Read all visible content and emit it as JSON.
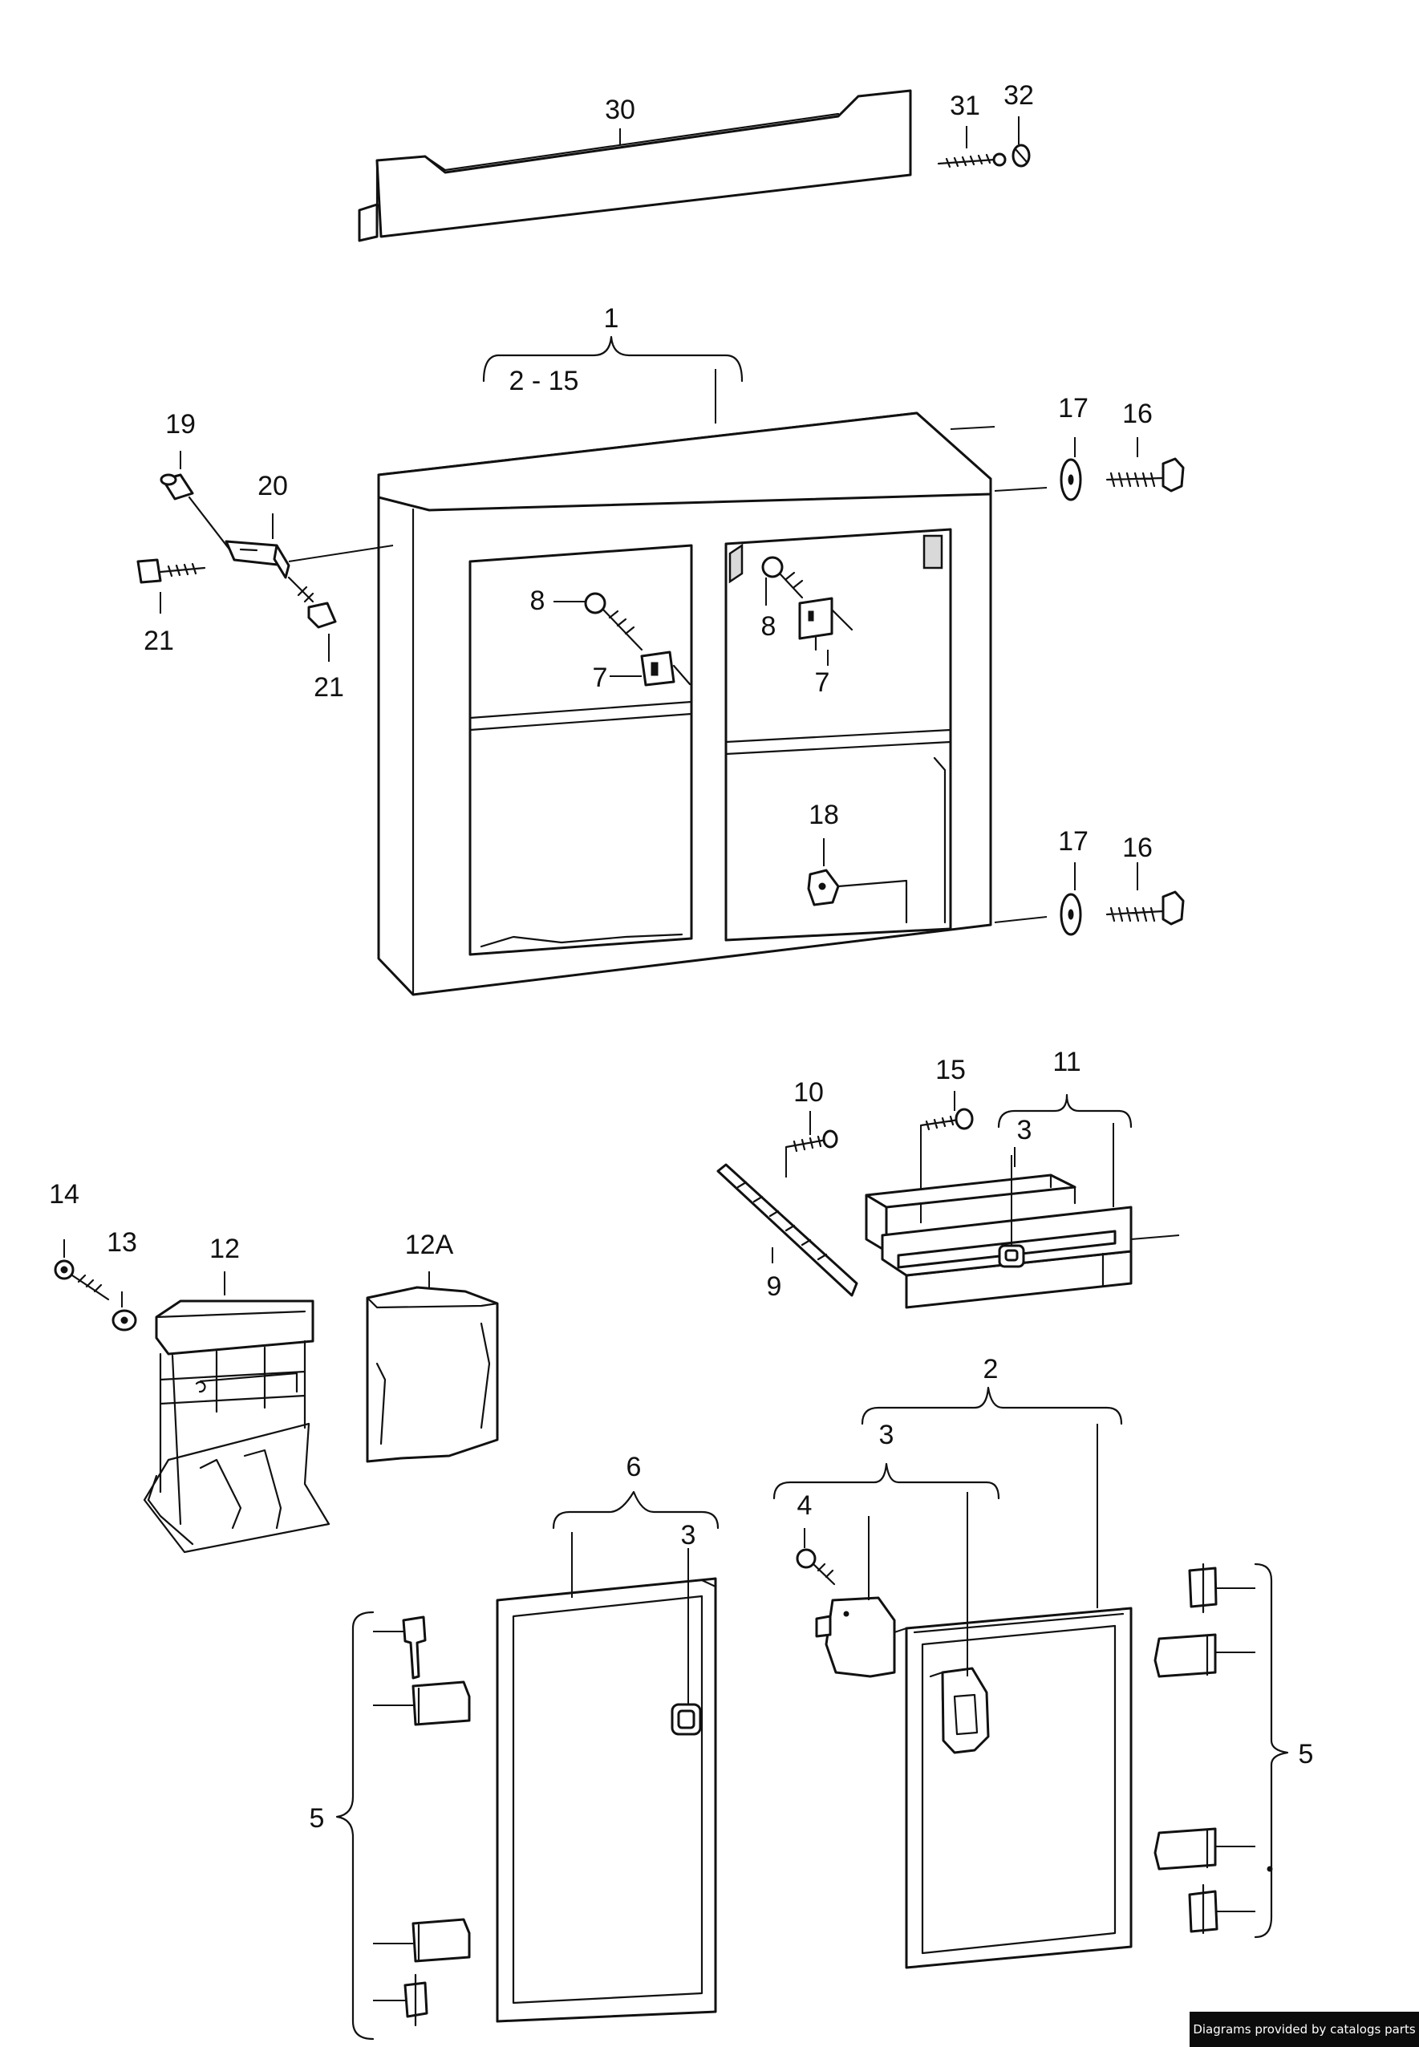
{
  "labels": {
    "l30": "30",
    "l31": "31",
    "l32": "32",
    "l1": "1",
    "l2_15": "2 - 15",
    "l19": "19",
    "l20": "20",
    "l21a": "21",
    "l21b": "21",
    "l8a": "8",
    "l7a": "7",
    "l8b": "8",
    "l7b": "7",
    "l17a": "17",
    "l16a": "16",
    "l17b": "17",
    "l16b": "16",
    "l18": "18",
    "l10": "10",
    "l15": "15",
    "l11": "11",
    "l3a": "3",
    "l9": "9",
    "l14": "14",
    "l13": "13",
    "l12": "12",
    "l12A": "12A",
    "l2": "2",
    "l3b": "3",
    "l4": "4",
    "l6": "6",
    "l3c": "3",
    "l5a": "5",
    "l5b": "5"
  },
  "credit": "Diagrams provided by catalogs parts"
}
